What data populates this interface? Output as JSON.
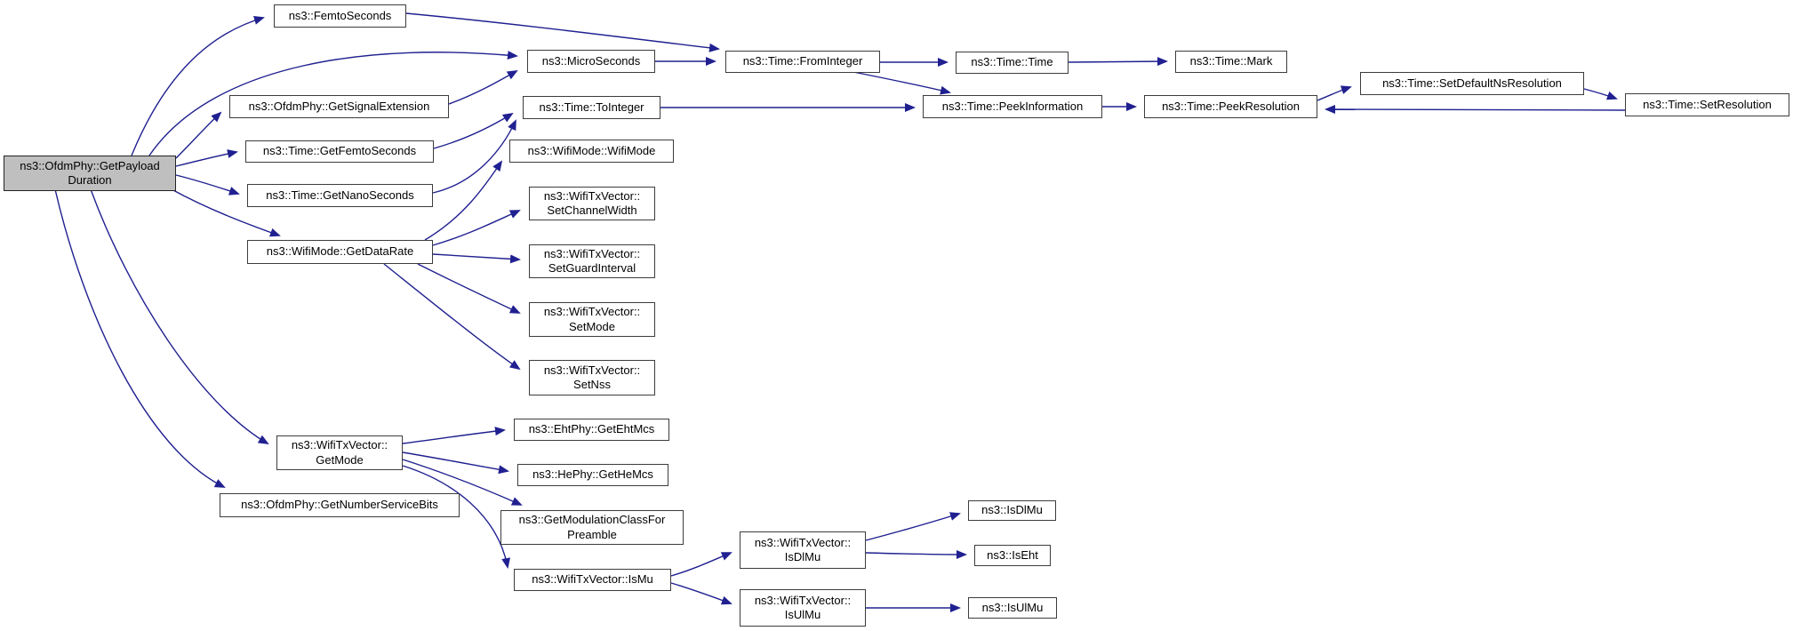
{
  "diagram": {
    "kind": "call-graph",
    "colors": {
      "background": "#ffffff",
      "edge": "#202090",
      "node_border": "#3c3c3c",
      "node_fill": "#ffffff",
      "main_node_fill": "#bfbfbf",
      "text": "#000000"
    },
    "nodes": {
      "main": {
        "line1": "ns3::OfdmPhy::GetPayload",
        "line2": "Duration"
      },
      "femto_seconds": {
        "line1": "ns3::FemtoSeconds"
      },
      "micro_seconds": {
        "line1": "ns3::MicroSeconds"
      },
      "from_integer": {
        "line1": "ns3::Time::FromInteger"
      },
      "time_time": {
        "line1": "ns3::Time::Time"
      },
      "mark": {
        "line1": "ns3::Time::Mark"
      },
      "get_signal_extension": {
        "line1": "ns3::OfdmPhy::GetSignalExtension"
      },
      "to_integer": {
        "line1": "ns3::Time::ToInteger"
      },
      "peek_information": {
        "line1": "ns3::Time::PeekInformation"
      },
      "peek_resolution": {
        "line1": "ns3::Time::PeekResolution"
      },
      "set_default_ns_resolution": {
        "line1": "ns3::Time::SetDefaultNsResolution"
      },
      "set_resolution": {
        "line1": "ns3::Time::SetResolution"
      },
      "get_femto_seconds": {
        "line1": "ns3::Time::GetFemtoSeconds"
      },
      "get_nano_seconds": {
        "line1": "ns3::Time::GetNanoSeconds"
      },
      "wifi_mode_ctor": {
        "line1": "ns3::WifiMode::WifiMode"
      },
      "set_channel_width": {
        "line1": "ns3::WifiTxVector::",
        "line2": "SetChannelWidth"
      },
      "set_guard_interval": {
        "line1": "ns3::WifiTxVector::",
        "line2": "SetGuardInterval"
      },
      "set_mode": {
        "line1": "ns3::WifiTxVector::",
        "line2": "SetMode"
      },
      "set_nss": {
        "line1": "ns3::WifiTxVector::",
        "line2": "SetNss"
      },
      "get_data_rate": {
        "line1": "ns3::WifiMode::GetDataRate"
      },
      "get_mode": {
        "line1": "ns3::WifiTxVector::",
        "line2": "GetMode"
      },
      "get_number_service_bits": {
        "line1": "ns3::OfdmPhy::GetNumberServiceBits"
      },
      "get_eht_mcs": {
        "line1": "ns3::EhtPhy::GetEhtMcs"
      },
      "get_he_mcs": {
        "line1": "ns3::HePhy::GetHeMcs"
      },
      "get_modulation_class_for_preamble": {
        "line1": "ns3::GetModulationClassFor",
        "line2": "Preamble"
      },
      "is_mu": {
        "line1": "ns3::WifiTxVector::IsMu"
      },
      "tx_is_dl_mu": {
        "line1": "ns3::WifiTxVector::",
        "line2": "IsDlMu"
      },
      "tx_is_ul_mu": {
        "line1": "ns3::WifiTxVector::",
        "line2": "IsUlMu"
      },
      "is_dl_mu": {
        "line1": "ns3::IsDlMu"
      },
      "is_eht": {
        "line1": "ns3::IsEht"
      },
      "is_ul_mu": {
        "line1": "ns3::IsUlMu"
      }
    },
    "edges": [
      {
        "from": "main",
        "to": "femto_seconds"
      },
      {
        "from": "main",
        "to": "micro_seconds"
      },
      {
        "from": "main",
        "to": "get_signal_extension"
      },
      {
        "from": "main",
        "to": "get_femto_seconds"
      },
      {
        "from": "main",
        "to": "get_nano_seconds"
      },
      {
        "from": "main",
        "to": "get_data_rate"
      },
      {
        "from": "main",
        "to": "get_mode"
      },
      {
        "from": "main",
        "to": "get_number_service_bits"
      },
      {
        "from": "femto_seconds",
        "to": "from_integer"
      },
      {
        "from": "micro_seconds",
        "to": "from_integer"
      },
      {
        "from": "get_signal_extension",
        "to": "micro_seconds"
      },
      {
        "from": "get_femto_seconds",
        "to": "to_integer"
      },
      {
        "from": "get_nano_seconds",
        "to": "to_integer"
      },
      {
        "from": "to_integer",
        "to": "peek_information"
      },
      {
        "from": "from_integer",
        "to": "time_time"
      },
      {
        "from": "from_integer",
        "to": "peek_information"
      },
      {
        "from": "time_time",
        "to": "mark"
      },
      {
        "from": "peek_information",
        "to": "peek_resolution"
      },
      {
        "from": "peek_resolution",
        "to": "set_default_ns_resolution"
      },
      {
        "from": "set_default_ns_resolution",
        "to": "set_resolution"
      },
      {
        "from": "set_resolution",
        "to": "peek_resolution"
      },
      {
        "from": "get_data_rate",
        "to": "wifi_mode_ctor"
      },
      {
        "from": "get_data_rate",
        "to": "set_channel_width"
      },
      {
        "from": "get_data_rate",
        "to": "set_guard_interval"
      },
      {
        "from": "get_data_rate",
        "to": "set_mode"
      },
      {
        "from": "get_data_rate",
        "to": "set_nss"
      },
      {
        "from": "get_mode",
        "to": "get_eht_mcs"
      },
      {
        "from": "get_mode",
        "to": "get_he_mcs"
      },
      {
        "from": "get_mode",
        "to": "get_modulation_class_for_preamble"
      },
      {
        "from": "get_mode",
        "to": "is_mu"
      },
      {
        "from": "is_mu",
        "to": "tx_is_dl_mu"
      },
      {
        "from": "is_mu",
        "to": "tx_is_ul_mu"
      },
      {
        "from": "tx_is_dl_mu",
        "to": "is_dl_mu"
      },
      {
        "from": "tx_is_dl_mu",
        "to": "is_eht"
      },
      {
        "from": "tx_is_ul_mu",
        "to": "is_ul_mu"
      }
    ]
  }
}
